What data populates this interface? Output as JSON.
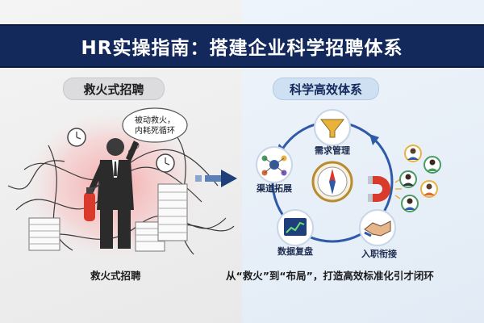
{
  "banner": {
    "title": "HR实操指南：搭建企业科学招聘体系"
  },
  "left_panel": {
    "label": "救火式招聘",
    "thought_bubble": [
      "被动救火，",
      "内耗死循环"
    ],
    "caption": "救火式招聘"
  },
  "right_panel": {
    "label": "科学高效体系",
    "nodes": [
      {
        "label": "需求管理",
        "icon": "funnel-icon"
      },
      {
        "label": "渠道拓展",
        "icon": "network-icon"
      },
      {
        "label": "入职衔接",
        "icon": "handshake-icon"
      },
      {
        "label": "数据复盘",
        "icon": "chart-icon"
      }
    ],
    "center_icon": "compass-icon",
    "magnet_icon": "magnet-icon",
    "caption": "从“救火”到“布局”，打造高效标准化引才闭环"
  },
  "colors": {
    "banner": "#13295c",
    "accent": "#2e5aa8",
    "alarm": "#d93a2b"
  }
}
